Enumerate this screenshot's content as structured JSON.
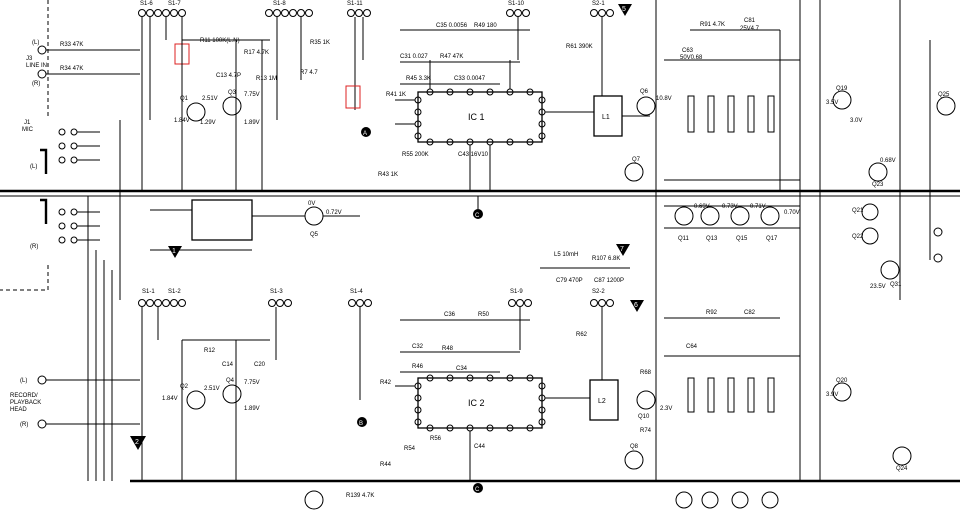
{
  "switches": {
    "s1_6": "S1-6",
    "s1_7": "S1-7",
    "s1_8": "S1-8",
    "s1_11": "S1-11",
    "s1_10": "S1-10",
    "s2_1": "S2-1",
    "s1_1": "S1-1",
    "s1_2": "S1-2",
    "s1_3": "S1-3",
    "s1_4": "S1-4",
    "s1_9": "S1-9",
    "s2_2": "S2-2"
  },
  "inputs": {
    "line_l": "(L)",
    "line_r": "(R)",
    "line_in_j3": "J3",
    "line_in_label": "LINE IN",
    "mic_j1": "J1",
    "mic_label": "MIC",
    "mic_l": "(L)",
    "mic_r": "(R)",
    "head_l": "(L)",
    "head_r": "(R)",
    "head_line1": "RECORD/",
    "head_line2": "PLAYBACK",
    "head_line3": "HEAD"
  },
  "ics": {
    "ic1": "IC 1",
    "ic2": "IC 2",
    "l1": "L1",
    "l2": "L2"
  },
  "markers": {
    "m1": "1",
    "m2": "2",
    "m5": "5",
    "m6": "6",
    "m7": "7",
    "ma": "A",
    "mb": "B",
    "mc": "C"
  },
  "transistors": {
    "q1": "Q1",
    "q2": "Q2",
    "q3": "Q3",
    "q4": "Q4",
    "q5": "Q5",
    "q6": "Q6",
    "q7": "Q7",
    "q8": "Q8",
    "q10": "Q10",
    "q11": "Q11",
    "q13": "Q13",
    "q15": "Q15",
    "q17": "Q17",
    "q19": "Q19",
    "q20": "Q20",
    "q21": "Q21",
    "q22": "Q22",
    "q23": "Q23",
    "q24": "Q24",
    "q25": "Q25",
    "q31": "Q31"
  },
  "parts_top": {
    "r33": "R33 47K",
    "r34": "R34 47K",
    "r11": "R11 100K(L.N)",
    "r35": "R35 1K",
    "c35": "C35 0.0056",
    "r49": "R49 180",
    "r91": "R91 4.7K",
    "c81": "C81",
    "c81v": "25V4.7",
    "r47": "R47 47K",
    "r45": "R45 3.3K",
    "c33": "C33 0.0047",
    "c31": "C31 0.027",
    "c63": "C63",
    "c63v": "50V0.68",
    "r61": "R61 390K",
    "c13": "C13 4.7P",
    "r17": "R17 4.7K",
    "r13": "R13 1M",
    "r7": "R7 4.7",
    "r41": "R41 1K",
    "r43": "R43 1K",
    "c43": "C43 16V10",
    "r55": "R55 200K",
    "l5": "L5 10mH",
    "c79": "C79 470P",
    "r107": "R107 6.8K",
    "c87": "C87 1200P",
    "r92": "R92",
    "c82": "C82"
  },
  "parts_bottom": {
    "r12": "R12",
    "c14": "C14",
    "c20": "C20",
    "r42": "R42",
    "c36": "C36",
    "r50": "R50",
    "c32": "C32",
    "r48": "R48",
    "r46": "R46",
    "c34": "C34",
    "r62": "R62",
    "c64": "C64",
    "r68": "R68",
    "r74": "R74",
    "r54": "R54",
    "r56": "R56",
    "c44": "C44",
    "r44": "R44",
    "r139": "R139 4.7K"
  },
  "voltages": {
    "v_184a": "1.84V",
    "v_251a": "2.51V",
    "v_775a": "7.75V",
    "v_189a": "1.89V",
    "v_129": "1.29V",
    "v_0v": "0V",
    "v_072": "0.72V",
    "v_108": "10.8V",
    "v_23a": "2.3V",
    "v_069": "0.69V",
    "v_073": "0.73V",
    "v_071": "0.71V",
    "v_070": "0.70V",
    "v_35": "3.5V",
    "v_30": "3.0V",
    "v_068": "0.68V",
    "v_235": "23.5V",
    "v_184b": "1.84V",
    "v_251b": "2.51V",
    "v_775b": "7.75V",
    "v_189b": "1.89V",
    "v_39": "3.9V"
  }
}
